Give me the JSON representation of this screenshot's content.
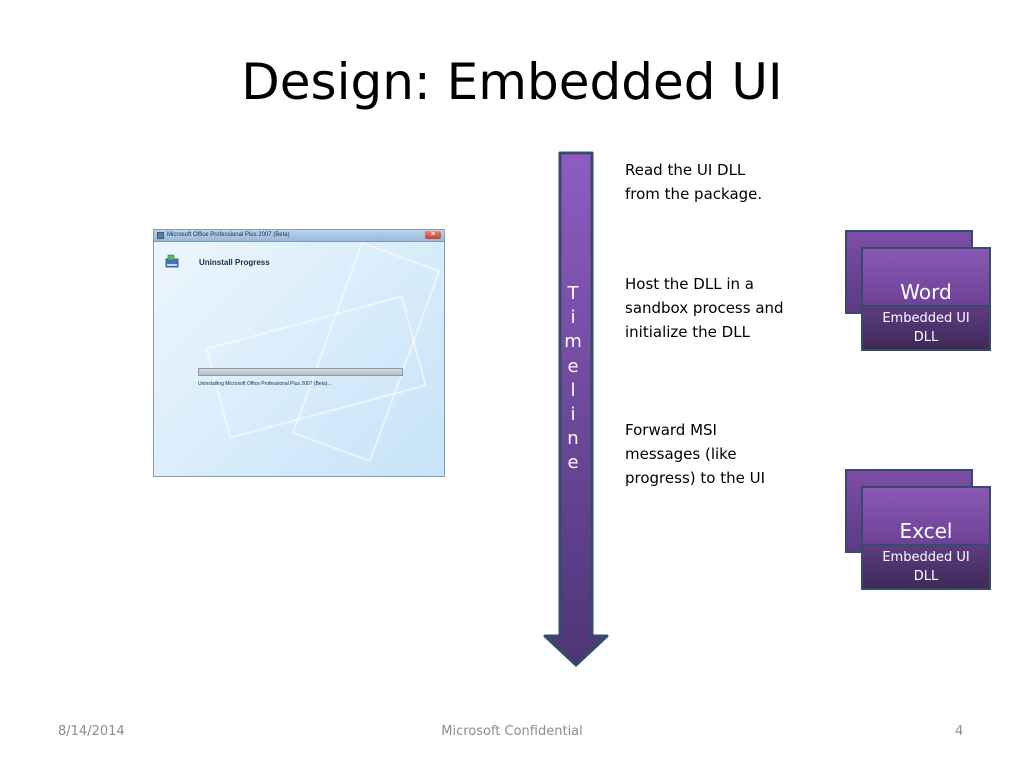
{
  "slide": {
    "title": "Design: Embedded UI"
  },
  "screenshot": {
    "window_title": "Microsoft Office Professional Plus 2007 (Beta)",
    "heading": "Uninstall Progress",
    "status_text": "Uninstalling Microsoft Office Professional Plus 2007 (Beta)...",
    "progress": 1.0
  },
  "timeline": {
    "letters": [
      "T",
      "i",
      "m",
      "e",
      "l",
      "i",
      "n",
      "e"
    ],
    "colors": {
      "fill_top": "#8f5cc0",
      "fill_bottom": "#4d3678",
      "stroke": "#344b6b"
    }
  },
  "steps": [
    {
      "text": "Read the UI DLL\nfrom the package."
    },
    {
      "text": "Host the DLL in a\nsandbox process and\ninitialize the DLL"
    },
    {
      "text": "Forward MSI\nmessages (like\nprogress) to the UI"
    }
  ],
  "apps": [
    {
      "name": "Word",
      "sub": "Embedded UI\nDLL"
    },
    {
      "name": "Excel",
      "sub": "Embedded UI\nDLL"
    }
  ],
  "footer": {
    "date": "8/14/2014",
    "center": "Microsoft Confidential",
    "page": "4"
  }
}
